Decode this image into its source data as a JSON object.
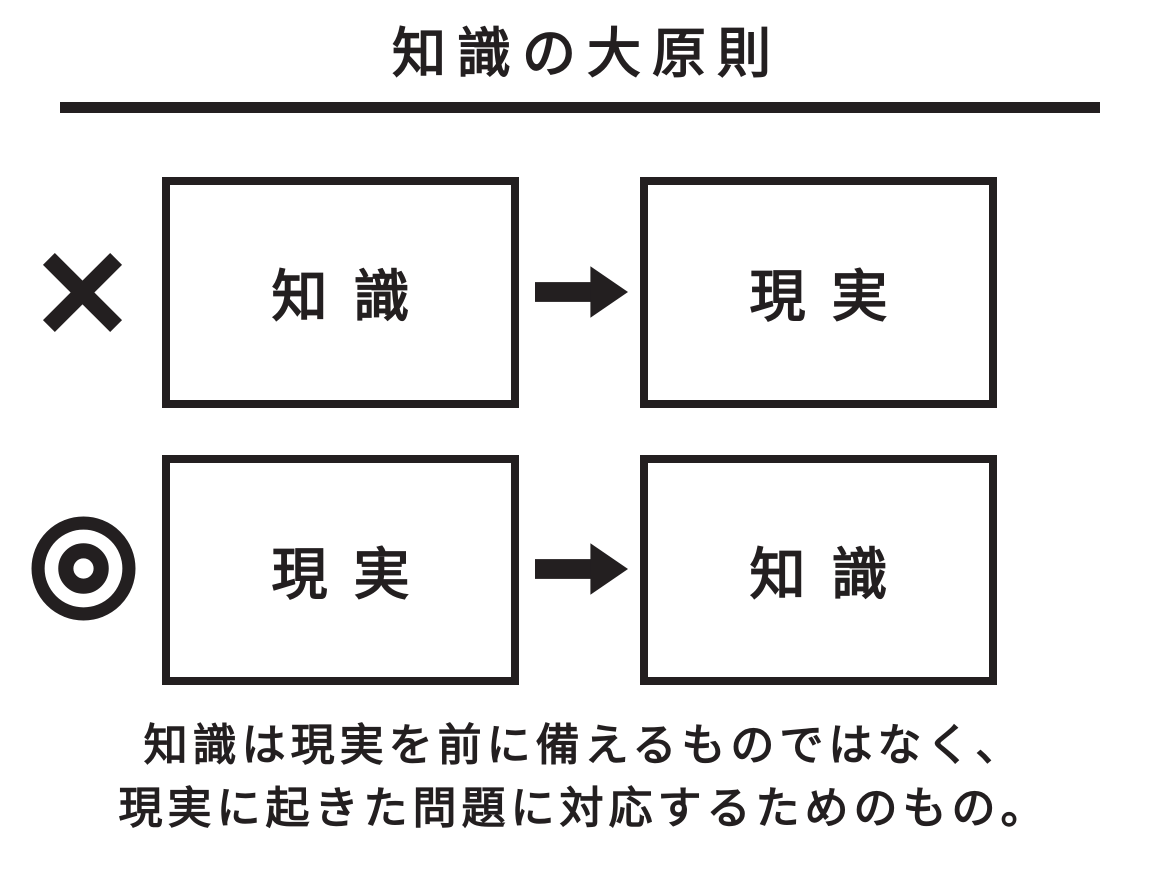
{
  "title": "知識の大原則",
  "diagram": {
    "rows": [
      {
        "verdict": "incorrect",
        "mark": "×",
        "source": "知識",
        "target": "現実"
      },
      {
        "verdict": "correct",
        "mark": "◎",
        "source": "現実",
        "target": "知識"
      }
    ],
    "connector": "→"
  },
  "caption": {
    "line1": "知識は現実を前に備えるものではなく、",
    "line2": "現実に起きた問題に対応するためのもの。"
  },
  "icons": {
    "row1_mark": "cross-icon",
    "row2_mark": "double-circle-icon",
    "connector": "right-arrow-icon"
  },
  "colors": {
    "ink": "#231f20",
    "background": "#ffffff"
  }
}
